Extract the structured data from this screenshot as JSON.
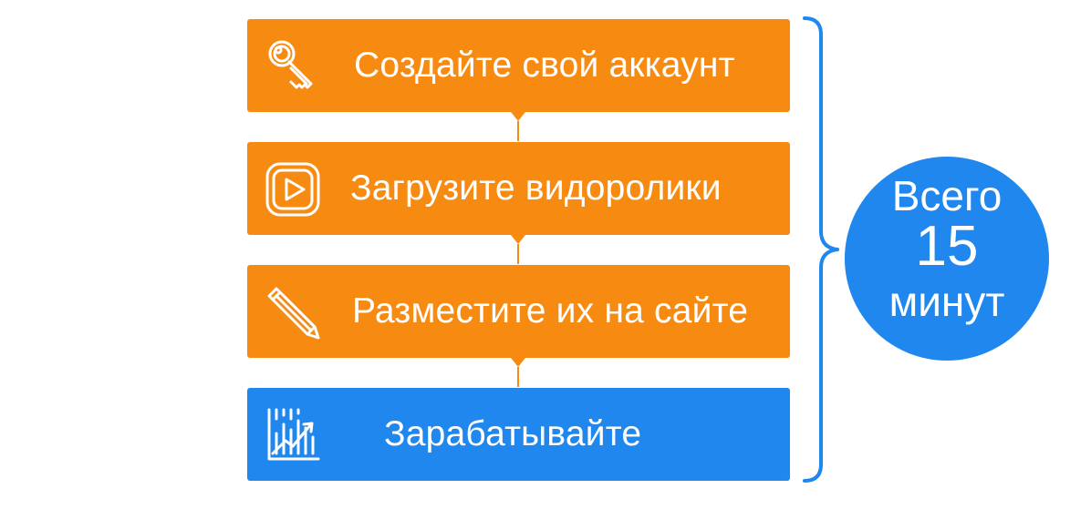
{
  "steps": [
    {
      "label": "Создайте свой аккаунт",
      "icon": "key-icon",
      "color": "#f78b12"
    },
    {
      "label": "Загрузите видоролики",
      "icon": "video-play-icon",
      "color": "#f78b12"
    },
    {
      "label": "Разместите их на сайте",
      "icon": "pencil-icon",
      "color": "#f78b12"
    },
    {
      "label": "Зарабатывайте",
      "icon": "growth-chart-icon",
      "color": "#1f87ee"
    }
  ],
  "badge": {
    "line1": "Всего",
    "line2": "15",
    "line3": "минут",
    "color": "#1f87ee"
  },
  "colors": {
    "accent_orange": "#f78b12",
    "accent_blue": "#1f87ee"
  }
}
